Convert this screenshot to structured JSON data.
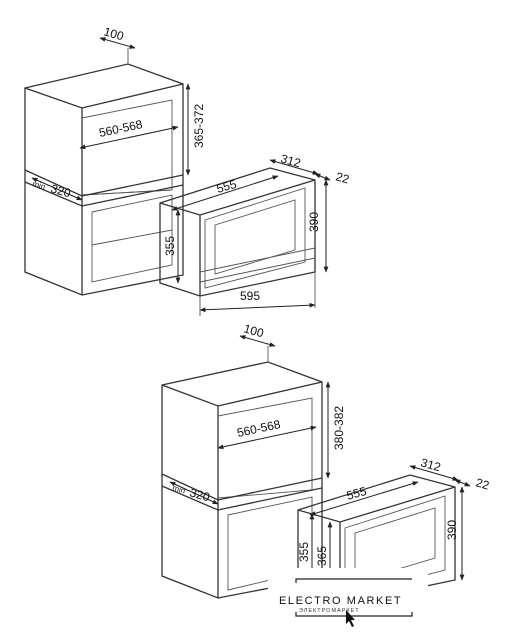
{
  "top_diagram": {
    "dims": {
      "top_depth": "100",
      "cavity_height": "365-372",
      "cavity_width": "560-568",
      "min_label": "min",
      "min_depth": "320",
      "appliance_depth": "312",
      "front_depth": "22",
      "appliance_body_width": "555",
      "appliance_height": "390",
      "body_height": "355",
      "appliance_width": "595"
    }
  },
  "bottom_diagram": {
    "dims": {
      "top_depth": "100",
      "cavity_height": "380-382",
      "cavity_width": "560-568",
      "min_label": "min",
      "min_depth": "320",
      "appliance_depth": "312",
      "front_depth": "22",
      "appliance_body_width": "555",
      "appliance_height": "390",
      "body_height": "355",
      "body_height_2": "365"
    }
  },
  "watermark": {
    "title": "ELECTRO MARKET",
    "subtitle": "ЭЛЕКТРОМАРКЕТ"
  }
}
